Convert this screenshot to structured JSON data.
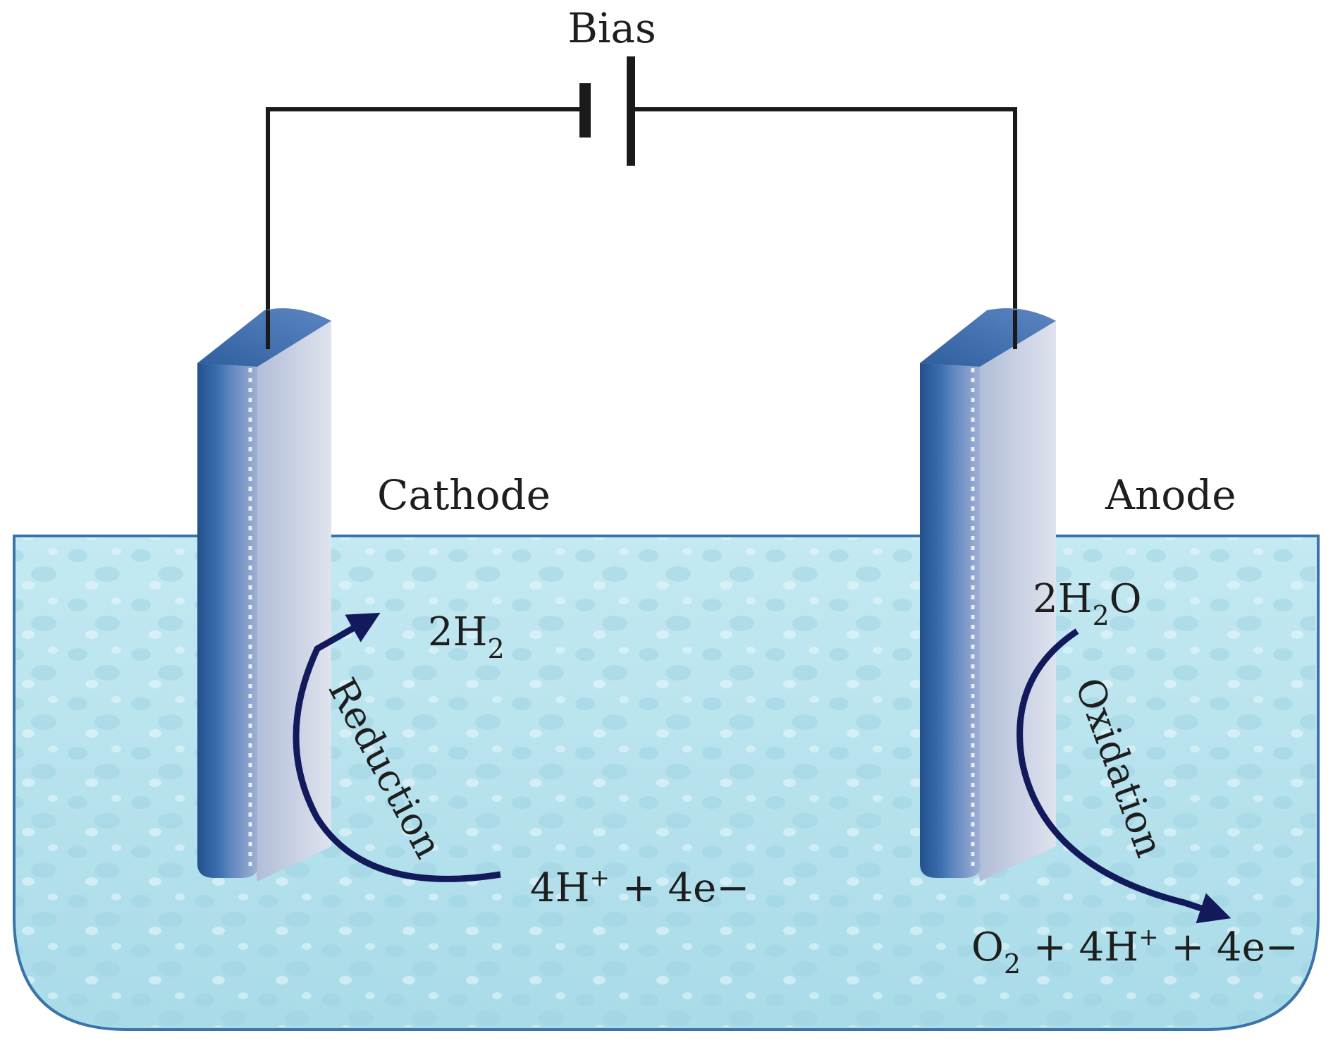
{
  "labels": {
    "bias": "Bias",
    "cathode": "Cathode",
    "anode": "Anode",
    "reduction": "Reduction",
    "oxidation": "Oxidation"
  },
  "cathode_reaction": {
    "product": {
      "coef": "2H",
      "sub": "2"
    },
    "reactants": {
      "h": "4H",
      "h_charge": "+",
      "rest": " + 4e−"
    }
  },
  "anode_reaction": {
    "reactant": {
      "coef": "2H",
      "sub": "2",
      "tail": "O"
    },
    "products": {
      "o": "O",
      "o_sub": "2",
      "h": " + 4H",
      "h_charge": "+",
      "rest": " + 4e−"
    }
  },
  "colors": {
    "wire": "#1a1a1a",
    "electrolyte": "#b8e3ee",
    "electrolyte_dark": "#8fcadb",
    "electrode": "#2f5f9e",
    "electrode_light": "#c7cede",
    "arrow": "#131a5c",
    "tank_border": "#3a74a8"
  }
}
